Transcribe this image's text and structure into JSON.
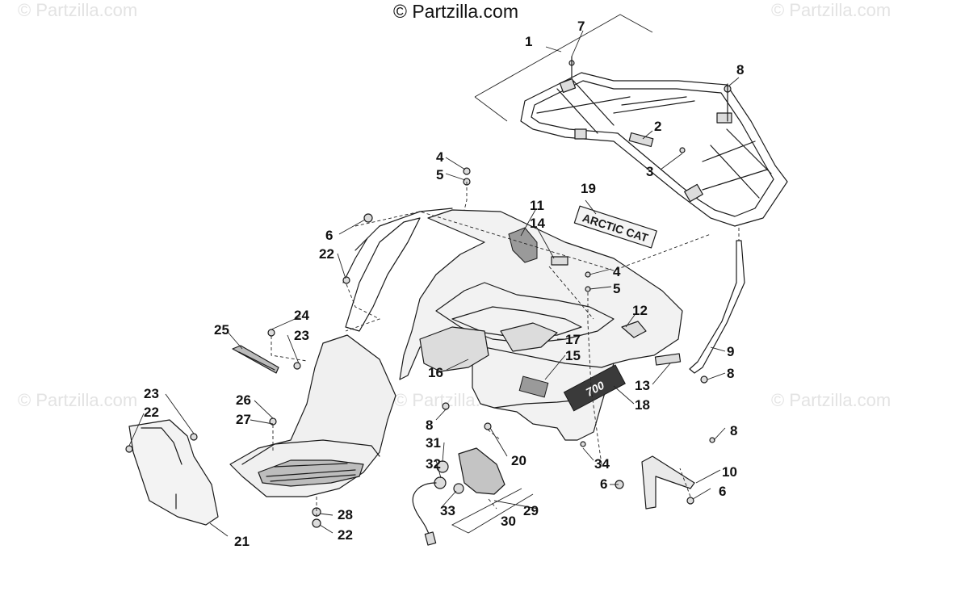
{
  "watermarks": {
    "top": "© Partzilla.com",
    "faint": "© Partzilla.com"
  },
  "callouts": [
    "1",
    "2",
    "3",
    "4",
    "5",
    "6",
    "7",
    "8",
    "9",
    "10",
    "11",
    "12",
    "13",
    "14",
    "15",
    "16",
    "17",
    "18",
    "19",
    "20",
    "21",
    "22",
    "23",
    "24",
    "25",
    "26",
    "27",
    "28",
    "29",
    "30",
    "31",
    "32",
    "33",
    "34"
  ],
  "decals": {
    "arctic_cat": "ARCTIC CAT",
    "model": "700"
  },
  "colors": {
    "line": "#1a1a1a",
    "part_fill": "#dcdcdc",
    "watermark": "#e3e3e3"
  }
}
